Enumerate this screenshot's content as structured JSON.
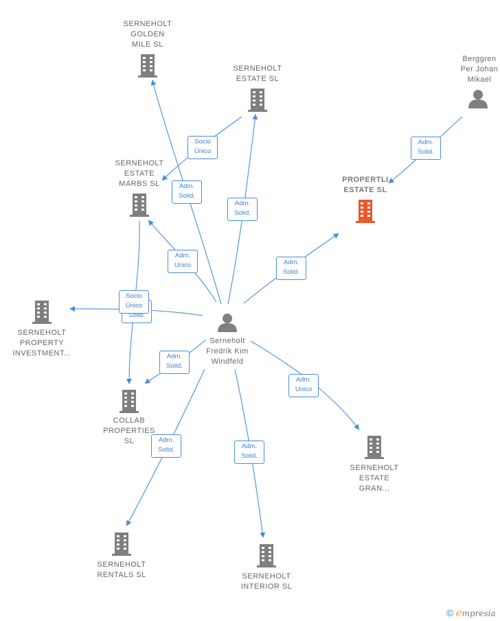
{
  "colors": {
    "edge": "#4a8cdb",
    "company_icon": "#7f7f7f",
    "company_highlight": "#e8592b",
    "person_icon": "#7f7f7f"
  },
  "nodes": {
    "golden_mile": {
      "label": "SERNEHOLT\nGOLDEN\nMILE  SL",
      "icon": "building-icon"
    },
    "estate": {
      "label": "SERNEHOLT\nESTATE  SL",
      "icon": "building-icon"
    },
    "berggren": {
      "label": "Berggren\nPer Johan\nMikael",
      "icon": "person-icon"
    },
    "estate_marbs": {
      "label": "SERNEHOLT\nESTATE\nMARBS  SL",
      "icon": "building-icon"
    },
    "propertli": {
      "label": "PROPERTLI\nESTATE  SL",
      "icon": "building-icon"
    },
    "property_inv": {
      "label": "SERNEHOLT\nPROPERTY\nINVESTMENT...",
      "icon": "building-icon"
    },
    "fredrik": {
      "label": "Serneholt\nFredrik Kim\nWindfeld",
      "icon": "person-icon"
    },
    "collab": {
      "label": "COLLAB\nPROPERTIES\nSL",
      "icon": "building-icon"
    },
    "estate_gran": {
      "label": "SERNEHOLT\nESTATE\nGRAN...",
      "icon": "building-icon"
    },
    "rentals": {
      "label": "SERNEHOLT\nRENTALS  SL",
      "icon": "building-icon"
    },
    "interior": {
      "label": "SERNEHOLT\nINTERIOR  SL",
      "icon": "building-icon"
    }
  },
  "edge_labels": {
    "socio_unico_marbs": "Socio\nÚnico",
    "adm_solid_golden": "Adm.\nSolid.",
    "adm_solid_estate": "Adm.\nSolid.",
    "adm_solid_berggren": "Adm.\nSolid.",
    "adm_unico_marbs": "Adm.\nUnico",
    "adm_solid_propertli": "Adm.\nSolid.",
    "adm_solid_inv": "Adm.\nSolid.",
    "socio_unico_collab": "Socio\nÚnico",
    "adm_solid_collab": "Adm.\nSolid.",
    "adm_unico_gran": "Adm.\nUnico",
    "adm_solid_rentals": "Adm.\nSolid.",
    "adm_solid_interior": "Adm.\nSolid."
  },
  "footer": {
    "copyright_symbol": "©",
    "brand_initial": "e",
    "brand_rest": "mpresia"
  }
}
